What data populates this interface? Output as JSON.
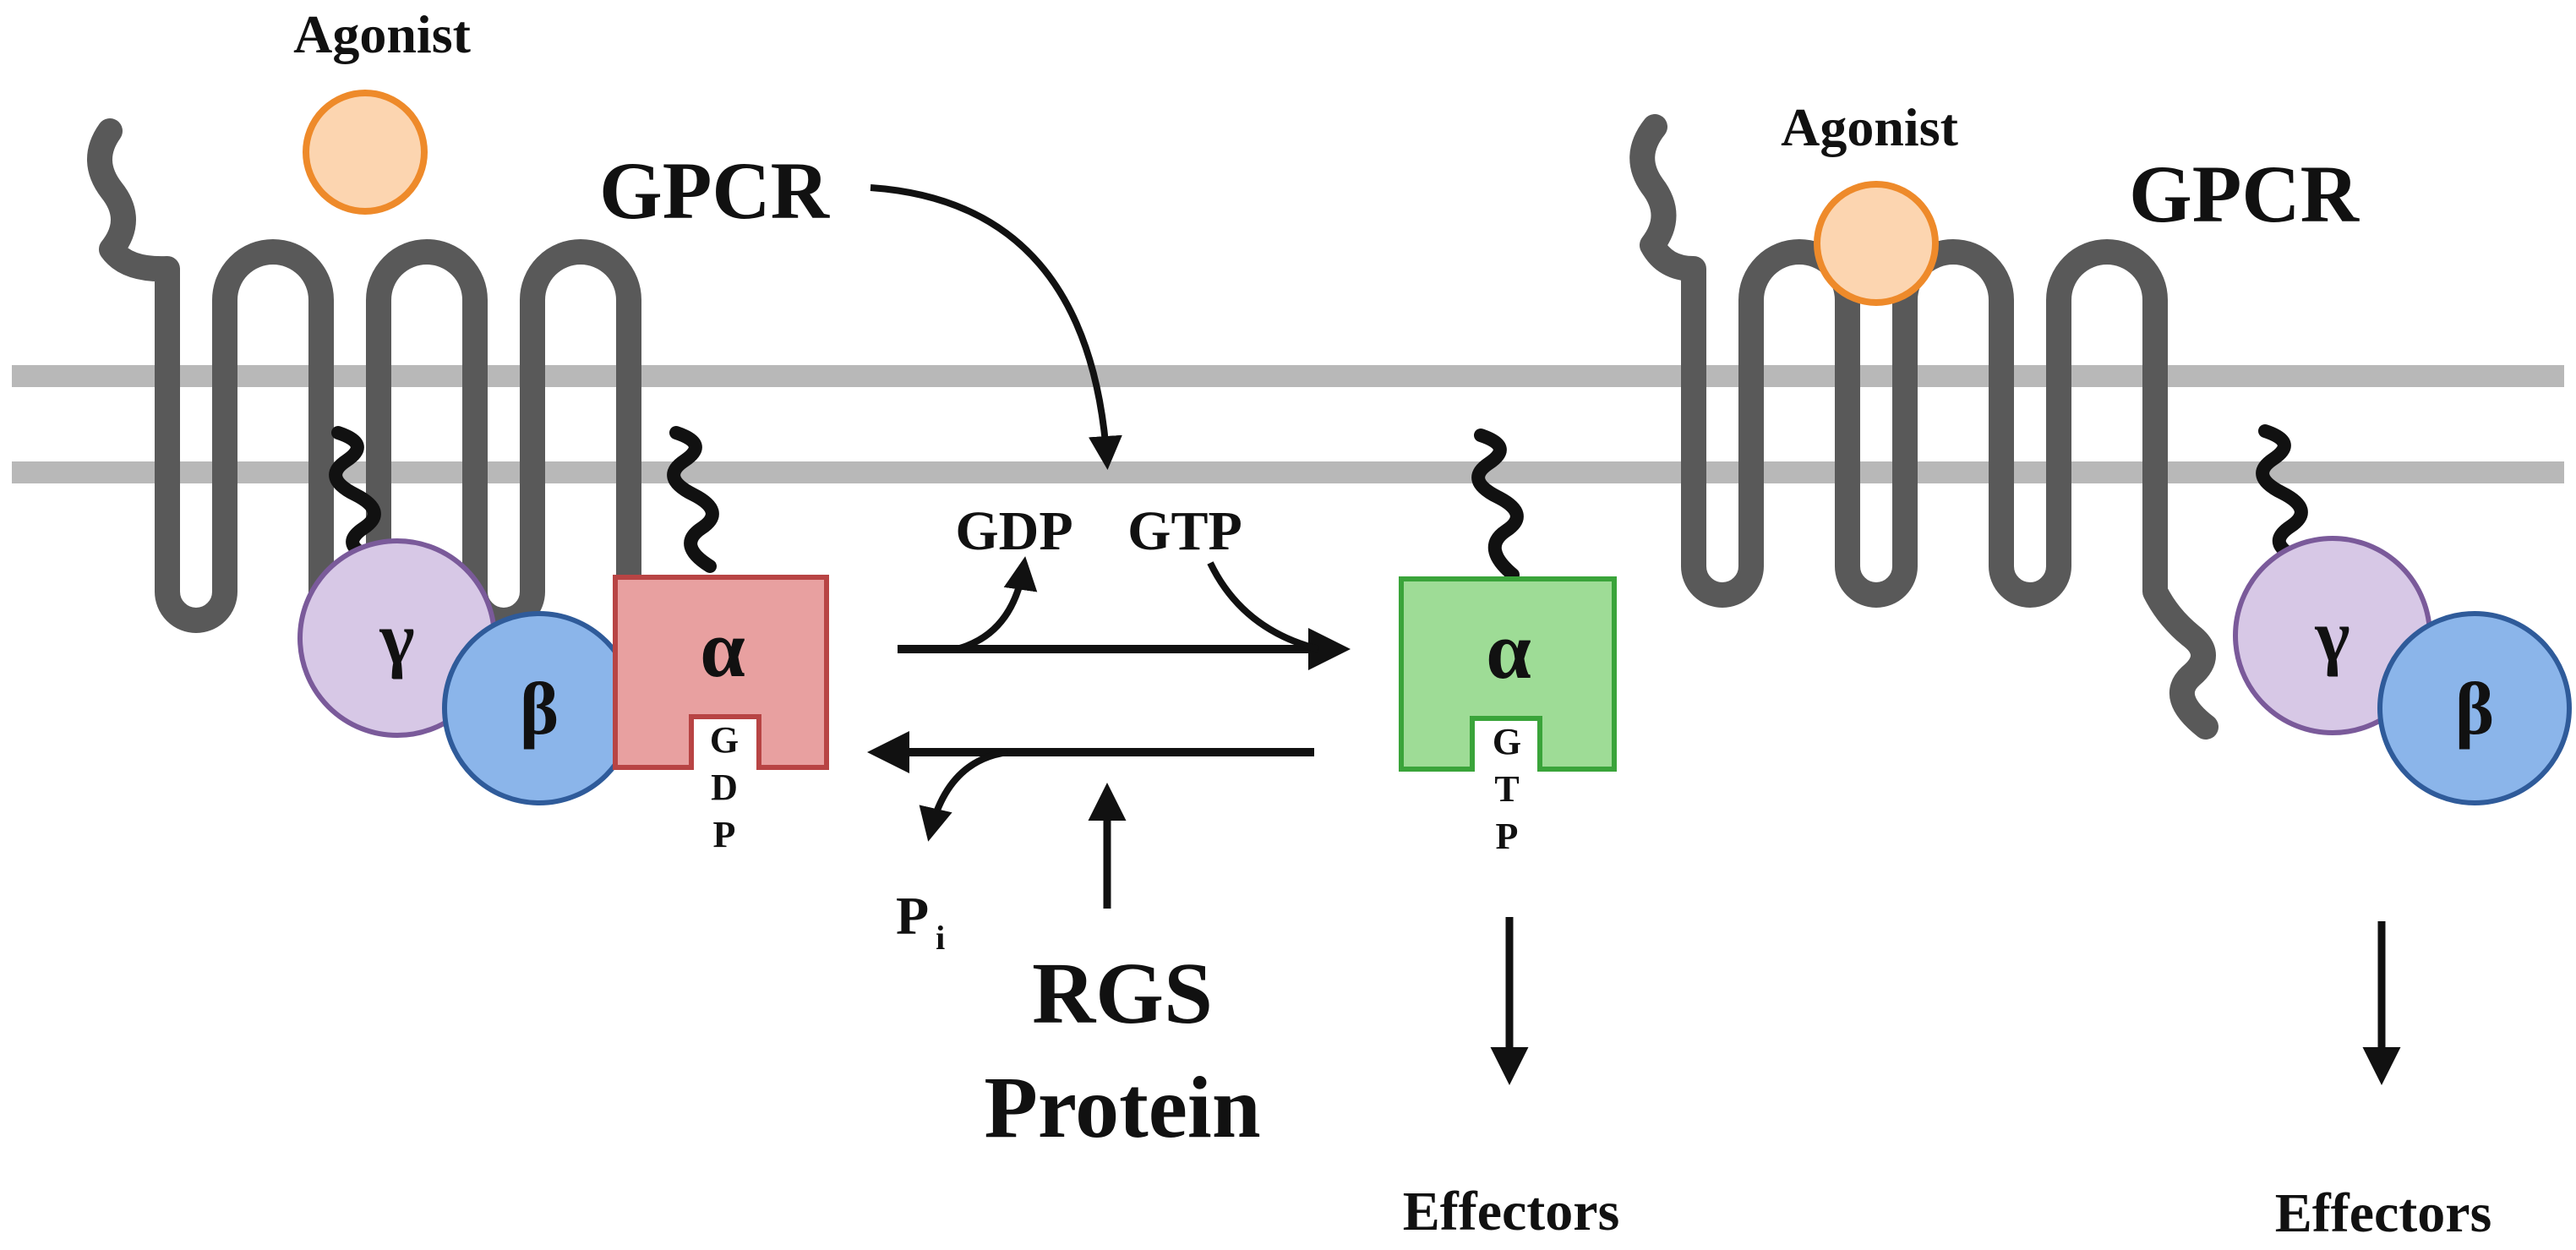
{
  "diagram": {
    "left_state": {
      "agonist_label": "Agonist",
      "receptor_label": "GPCR",
      "gamma_label": "γ",
      "beta_label": "β",
      "alpha_label": "α",
      "nucleotide_letters": [
        "G",
        "D",
        "P"
      ],
      "alpha_color": "#e8a0a0"
    },
    "right_state": {
      "agonist_label": "Agonist",
      "receptor_label": "GPCR",
      "gamma_label": "γ",
      "beta_label": "β",
      "effectors_label": "Effectors"
    },
    "active_alpha": {
      "alpha_label": "α",
      "nucleotide_letters": [
        "G",
        "T",
        "P"
      ],
      "alpha_color": "#9edc96",
      "effectors_label": "Effectors"
    },
    "exchange": {
      "gdp_label": "GDP",
      "gtp_label": "GTP",
      "pi_label": "P",
      "pi_subscript": "i"
    },
    "regulator": {
      "line1": "RGS",
      "line2": "Protein"
    },
    "colors": {
      "membrane": "#b8b8b8",
      "receptor": "#595959",
      "agonist_fill": "#fcd5b0",
      "agonist_stroke": "#ee8a2a",
      "gamma_fill": "#d7c8e6",
      "gamma_stroke": "#7a5a9a",
      "beta_fill": "#8bb5ea",
      "beta_stroke": "#2f5b9a",
      "alpha_gdp_stroke": "#b84444",
      "alpha_gtp_stroke": "#3aa43a",
      "arrow": "#111111"
    }
  }
}
